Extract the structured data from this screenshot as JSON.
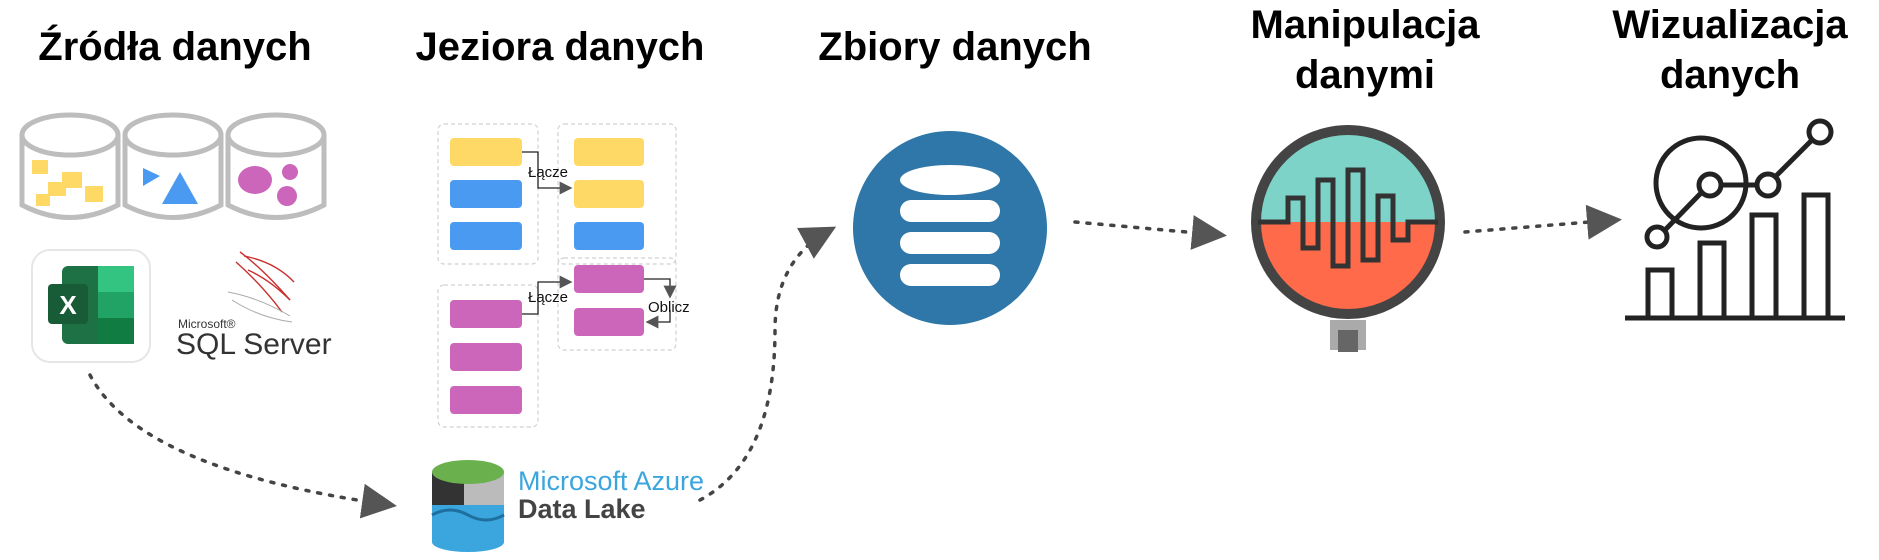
{
  "stages": [
    {
      "title": "Źródła danych"
    },
    {
      "title": "Jeziora danych"
    },
    {
      "title": "Zbiory danych"
    },
    {
      "title": "Manipulacja danymi"
    },
    {
      "title": "Wizualizacja danych"
    }
  ],
  "lake_labels": {
    "join_top": "Łącze",
    "join_bottom": "Łącze",
    "compute": "Oblicz"
  },
  "sql_server": {
    "brand": "Microsoft®",
    "product": "SQL Server"
  },
  "excel": {
    "letter": "X"
  },
  "azure": {
    "brand": "Microsoft Azure",
    "product": "Data Lake"
  },
  "colors": {
    "yellow": "#FFD966",
    "blue": "#4A9AF2",
    "pink": "#CC66BB",
    "dataset_blue": "#2E77A8",
    "teal": "#7DD3C8",
    "orange": "#FF6B4A",
    "excel_green": "#1E7145",
    "azure_blue": "#3AA6DD",
    "dark": "#222222"
  },
  "icons": [
    "database-icon",
    "excel-icon",
    "sql-server-icon",
    "azure-data-lake-icon",
    "dataset-icon",
    "magnifier-icon",
    "chart-icon"
  ]
}
